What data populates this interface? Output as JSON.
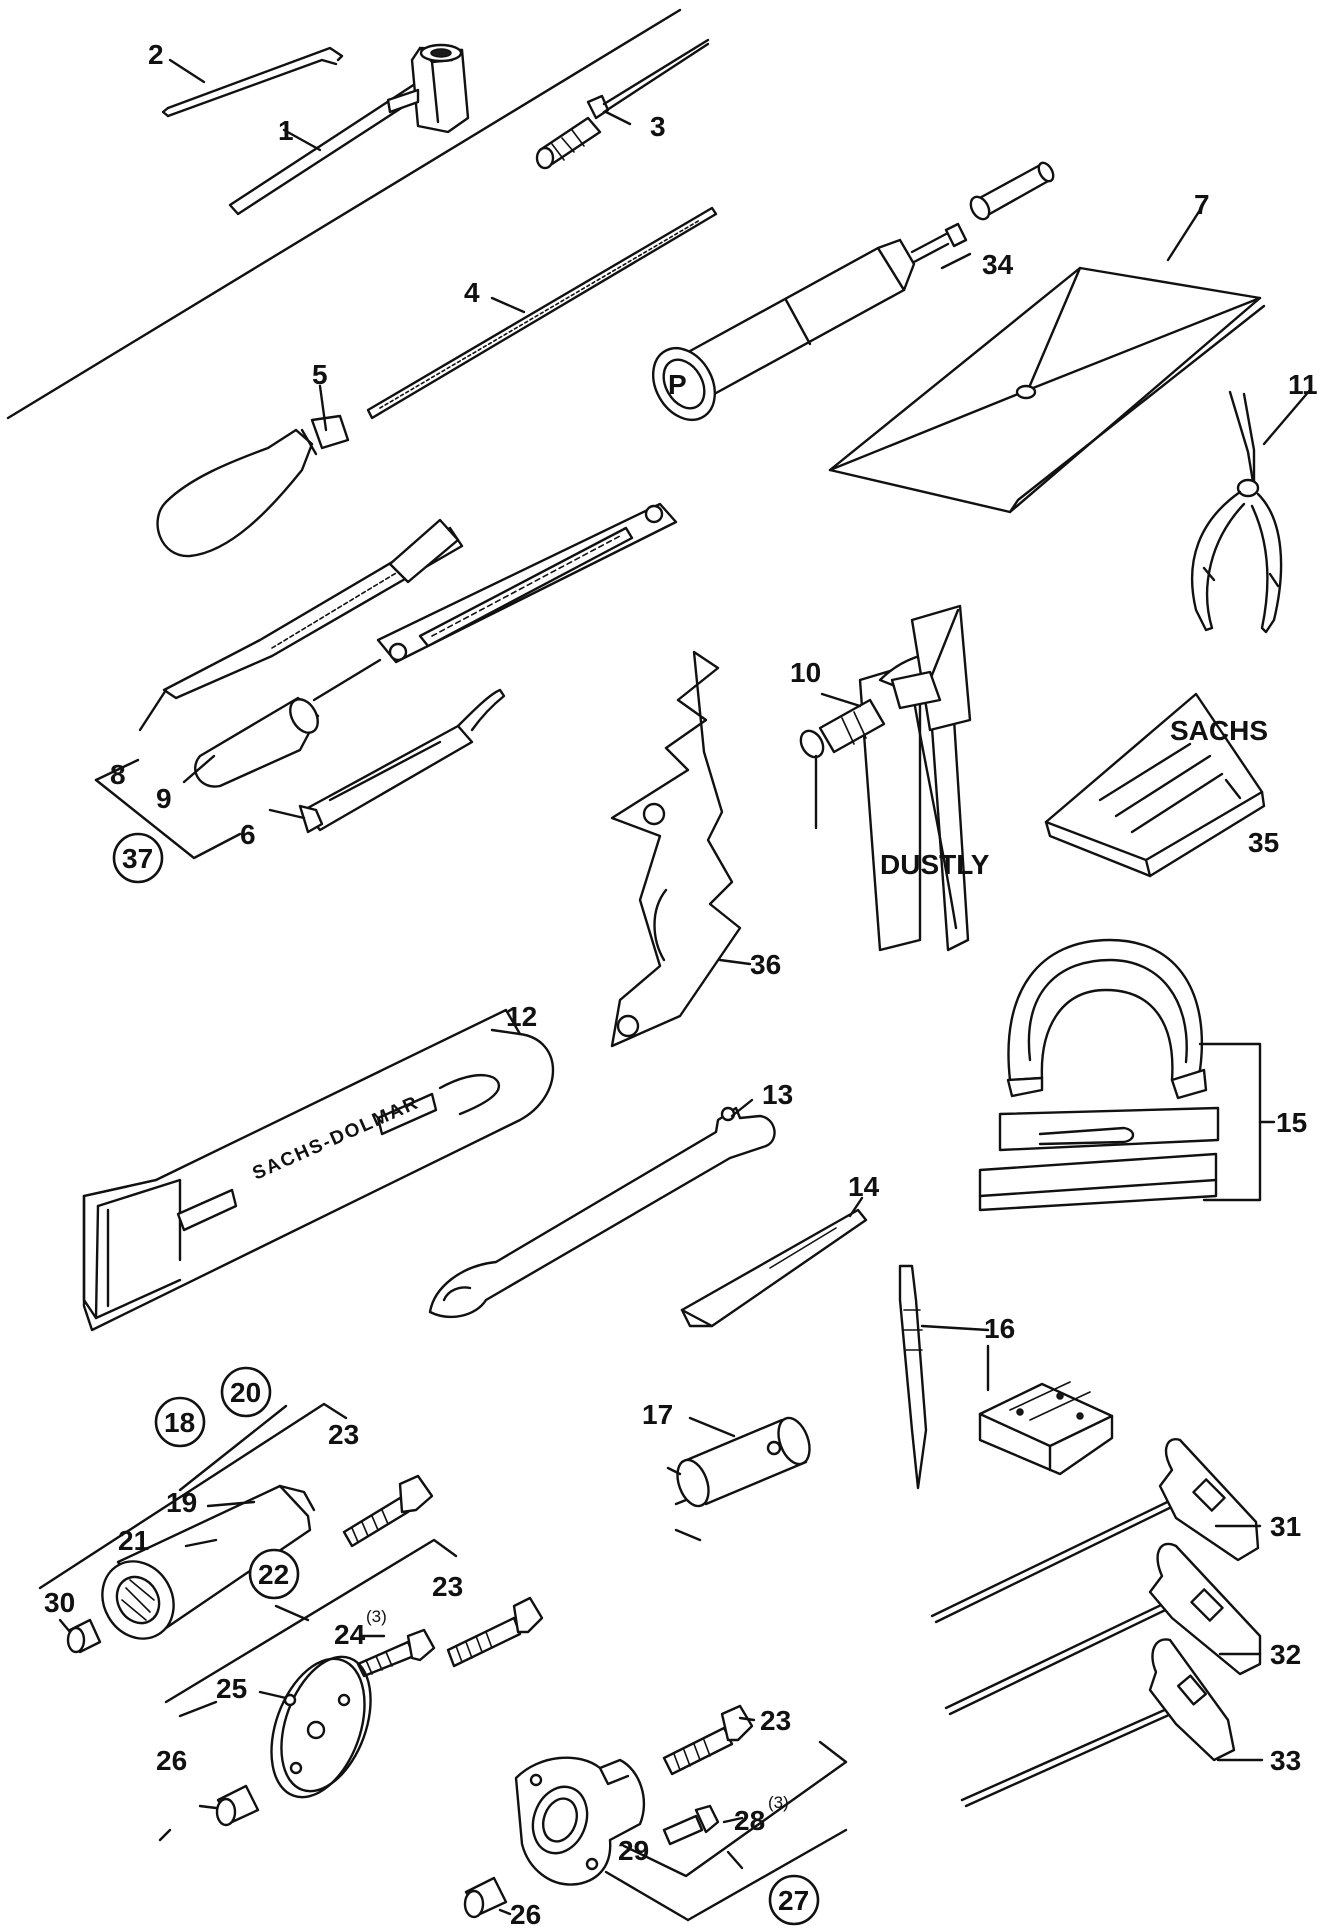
{
  "brand_text": "SACHS-DOLMAR",
  "callouts": {
    "c1": "1",
    "c2": "2",
    "c3": "3",
    "c4": "4",
    "c5": "5",
    "c6": "6",
    "c7": "7",
    "c8": "8",
    "c9": "9",
    "c10": "10",
    "c11": "11",
    "c12": "12",
    "c13": "13",
    "c14": "14",
    "c15": "15",
    "c16": "16",
    "c17": "17",
    "c18": "18",
    "c19": "19",
    "c20": "20",
    "c21": "21",
    "c22": "22",
    "c23a": "23",
    "c23b": "23",
    "c23c": "23",
    "c24": "24",
    "c24sup": "(3)",
    "c25": "25",
    "c26a": "26",
    "c26b": "26",
    "c27": "27",
    "c28": "28",
    "c28sup": "(3)",
    "c29": "29",
    "c30": "30",
    "c31": "31",
    "c32": "32",
    "c33": "33",
    "c34": "34",
    "c35": "35",
    "c36": "36",
    "c37": "37"
  }
}
